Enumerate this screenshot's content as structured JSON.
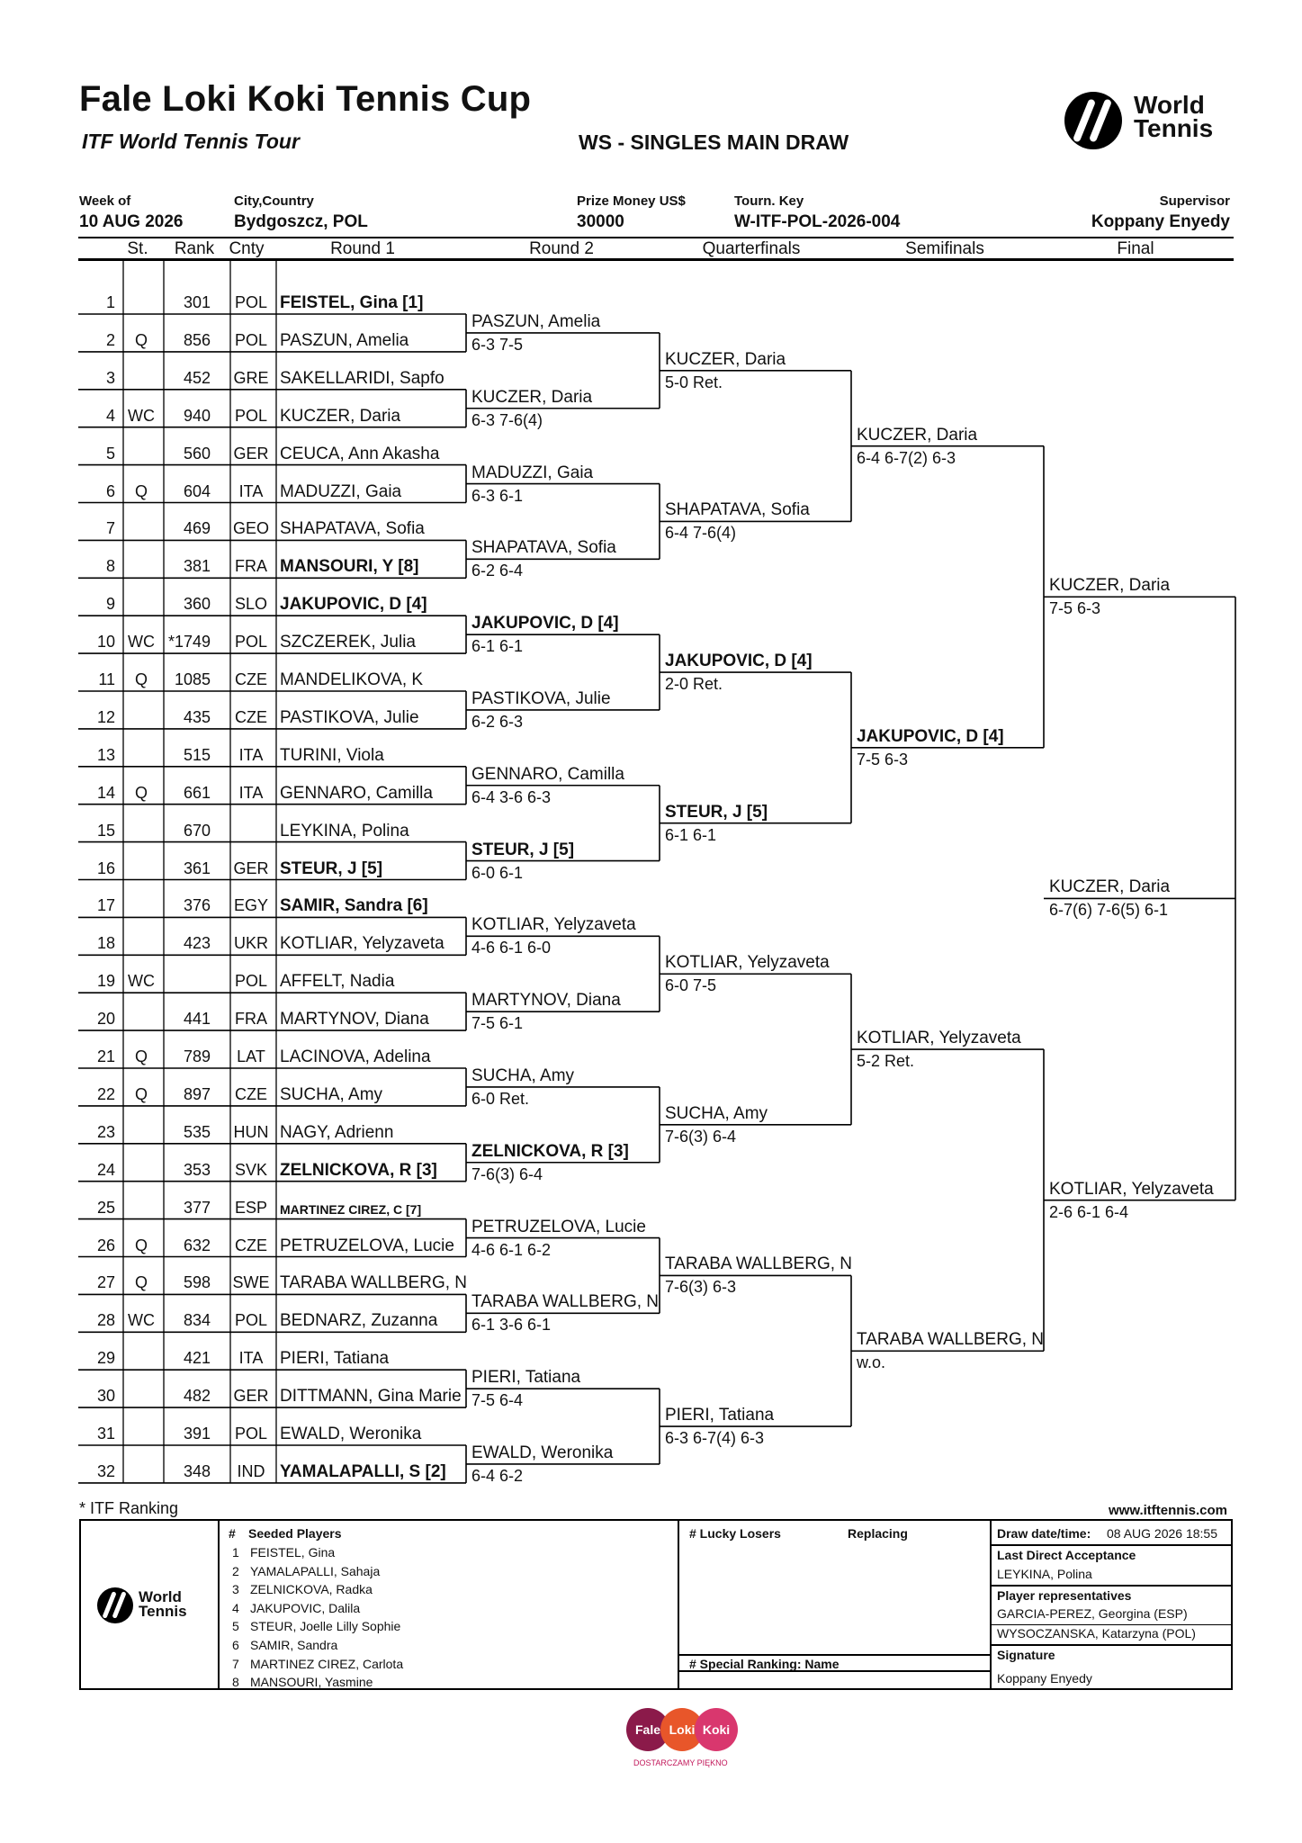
{
  "header": {
    "title": "Fale Loki Koki Tennis Cup",
    "tour": "ITF World Tennis Tour",
    "draw_title": "WS - SINGLES MAIN DRAW",
    "logo_text": "World Tennis"
  },
  "info": [
    {
      "label": "Week of",
      "value": "10 AUG 2026"
    },
    {
      "label": "City,Country",
      "value": "Bydgoszcz, POL"
    },
    {
      "label": "Prize Money US$",
      "value": "30000"
    },
    {
      "label": "Tourn. Key",
      "value": "W-ITF-POL-2026-004"
    },
    {
      "label": "Supervisor",
      "value": "Koppany Enyedy"
    }
  ],
  "columns": [
    "St.",
    "Rank",
    "Cnty",
    "Round 1",
    "Round 2",
    "Quarterfinals",
    "Semifinals",
    "Final"
  ],
  "round1": [
    {
      "num": "1",
      "st": "",
      "rank": "301",
      "cnty": "POL",
      "name": "FEISTEL, Gina [1]",
      "seed": true
    },
    {
      "num": "2",
      "st": "Q",
      "rank": "856",
      "cnty": "POL",
      "name": "PASZUN, Amelia",
      "seed": false
    },
    {
      "num": "3",
      "st": "",
      "rank": "452",
      "cnty": "GRE",
      "name": "SAKELLARIDI, Sapfo",
      "seed": false
    },
    {
      "num": "4",
      "st": "WC",
      "rank": "940",
      "cnty": "POL",
      "name": "KUCZER, Daria",
      "seed": false
    },
    {
      "num": "5",
      "st": "",
      "rank": "560",
      "cnty": "GER",
      "name": "CEUCA, Ann Akasha",
      "seed": false
    },
    {
      "num": "6",
      "st": "Q",
      "rank": "604",
      "cnty": "ITA",
      "name": "MADUZZI, Gaia",
      "seed": false
    },
    {
      "num": "7",
      "st": "",
      "rank": "469",
      "cnty": "GEO",
      "name": "SHAPATAVA, Sofia",
      "seed": false
    },
    {
      "num": "8",
      "st": "",
      "rank": "381",
      "cnty": "FRA",
      "name": "MANSOURI, Y [8]",
      "seed": true
    },
    {
      "num": "9",
      "st": "",
      "rank": "360",
      "cnty": "SLO",
      "name": "JAKUPOVIC, D [4]",
      "seed": true
    },
    {
      "num": "10",
      "st": "WC",
      "rank": "*1749",
      "cnty": "POL",
      "name": "SZCZEREK, Julia",
      "seed": false
    },
    {
      "num": "11",
      "st": "Q",
      "rank": "1085",
      "cnty": "CZE",
      "name": "MANDELIKOVA, K",
      "seed": false
    },
    {
      "num": "12",
      "st": "",
      "rank": "435",
      "cnty": "CZE",
      "name": "PASTIKOVA, Julie",
      "seed": false
    },
    {
      "num": "13",
      "st": "",
      "rank": "515",
      "cnty": "ITA",
      "name": "TURINI, Viola",
      "seed": false
    },
    {
      "num": "14",
      "st": "Q",
      "rank": "661",
      "cnty": "ITA",
      "name": "GENNARO, Camilla",
      "seed": false
    },
    {
      "num": "15",
      "st": "",
      "rank": "670",
      "cnty": "",
      "name": "LEYKINA, Polina",
      "seed": false
    },
    {
      "num": "16",
      "st": "",
      "rank": "361",
      "cnty": "GER",
      "name": "STEUR, J [5]",
      "seed": true
    },
    {
      "num": "17",
      "st": "",
      "rank": "376",
      "cnty": "EGY",
      "name": "SAMIR, Sandra [6]",
      "seed": true
    },
    {
      "num": "18",
      "st": "",
      "rank": "423",
      "cnty": "UKR",
      "name": "KOTLIAR, Yelyzaveta",
      "seed": false
    },
    {
      "num": "19",
      "st": "WC",
      "rank": "",
      "cnty": "POL",
      "name": "AFFELT, Nadia",
      "seed": false
    },
    {
      "num": "20",
      "st": "",
      "rank": "441",
      "cnty": "FRA",
      "name": "MARTYNOV, Diana",
      "seed": false
    },
    {
      "num": "21",
      "st": "Q",
      "rank": "789",
      "cnty": "LAT",
      "name": "LACINOVA, Adelina",
      "seed": false
    },
    {
      "num": "22",
      "st": "Q",
      "rank": "897",
      "cnty": "CZE",
      "name": "SUCHA, Amy",
      "seed": false
    },
    {
      "num": "23",
      "st": "",
      "rank": "535",
      "cnty": "HUN",
      "name": "NAGY, Adrienn",
      "seed": false
    },
    {
      "num": "24",
      "st": "",
      "rank": "353",
      "cnty": "SVK",
      "name": "ZELNICKOVA, R [3]",
      "seed": true
    },
    {
      "num": "25",
      "st": "",
      "rank": "377",
      "cnty": "ESP",
      "name": "MARTINEZ CIREZ, C [7]",
      "seed": true,
      "small": true
    },
    {
      "num": "26",
      "st": "Q",
      "rank": "632",
      "cnty": "CZE",
      "name": "PETRUZELOVA, Lucie",
      "seed": false
    },
    {
      "num": "27",
      "st": "Q",
      "rank": "598",
      "cnty": "SWE",
      "name": "TARABA WALLBERG, N",
      "seed": false
    },
    {
      "num": "28",
      "st": "WC",
      "rank": "834",
      "cnty": "POL",
      "name": "BEDNARZ, Zuzanna",
      "seed": false
    },
    {
      "num": "29",
      "st": "",
      "rank": "421",
      "cnty": "ITA",
      "name": "PIERI, Tatiana",
      "seed": false
    },
    {
      "num": "30",
      "st": "",
      "rank": "482",
      "cnty": "GER",
      "name": "DITTMANN, Gina Marie",
      "seed": false
    },
    {
      "num": "31",
      "st": "",
      "rank": "391",
      "cnty": "POL",
      "name": "EWALD, Weronika",
      "seed": false
    },
    {
      "num": "32",
      "st": "",
      "rank": "348",
      "cnty": "IND",
      "name": "YAMALAPALLI, S [2]",
      "seed": true
    }
  ],
  "round2": [
    {
      "name": "PASZUN, Amelia",
      "score": "6-3 7-5",
      "seed": false
    },
    {
      "name": "KUCZER, Daria",
      "score": "6-3 7-6(4)",
      "seed": false
    },
    {
      "name": "MADUZZI, Gaia",
      "score": "6-3 6-1",
      "seed": false
    },
    {
      "name": "SHAPATAVA, Sofia",
      "score": "6-2 6-4",
      "seed": false
    },
    {
      "name": "JAKUPOVIC, D [4]",
      "score": "6-1 6-1",
      "seed": true
    },
    {
      "name": "PASTIKOVA, Julie",
      "score": "6-2 6-3",
      "seed": false
    },
    {
      "name": "GENNARO, Camilla",
      "score": "6-4 3-6 6-3",
      "seed": false
    },
    {
      "name": "STEUR, J [5]",
      "score": "6-0 6-1",
      "seed": true
    },
    {
      "name": "KOTLIAR, Yelyzaveta",
      "score": "4-6 6-1 6-0",
      "seed": false
    },
    {
      "name": "MARTYNOV, Diana",
      "score": "7-5 6-1",
      "seed": false
    },
    {
      "name": "SUCHA, Amy",
      "score": "6-0 Ret.",
      "seed": false
    },
    {
      "name": "ZELNICKOVA, R [3]",
      "score": "7-6(3) 6-4",
      "seed": true
    },
    {
      "name": "PETRUZELOVA, Lucie",
      "score": "4-6 6-1 6-2",
      "seed": false
    },
    {
      "name": "TARABA WALLBERG, N",
      "score": "6-1 3-6 6-1",
      "seed": false
    },
    {
      "name": "PIERI, Tatiana",
      "score": "7-5 6-4",
      "seed": false
    },
    {
      "name": "EWALD, Weronika",
      "score": "6-4 6-2",
      "seed": false
    }
  ],
  "quarterfinals": [
    {
      "name": "KUCZER, Daria",
      "score": "5-0 Ret.",
      "seed": false
    },
    {
      "name": "SHAPATAVA, Sofia",
      "score": "6-4 7-6(4)",
      "seed": false
    },
    {
      "name": "JAKUPOVIC, D [4]",
      "score": "2-0 Ret.",
      "seed": true
    },
    {
      "name": "STEUR, J [5]",
      "score": "6-1 6-1",
      "seed": true
    },
    {
      "name": "KOTLIAR, Yelyzaveta",
      "score": "6-0 7-5",
      "seed": false
    },
    {
      "name": "SUCHA, Amy",
      "score": "7-6(3) 6-4",
      "seed": false
    },
    {
      "name": "TARABA WALLBERG, N",
      "score": "7-6(3) 6-3",
      "seed": false
    },
    {
      "name": "PIERI, Tatiana",
      "score": "6-3 6-7(4) 6-3",
      "seed": false
    }
  ],
  "semifinals": [
    {
      "name": "KUCZER, Daria",
      "score": "6-4 6-7(2) 6-3",
      "seed": false
    },
    {
      "name": "JAKUPOVIC, D [4]",
      "score": "7-5 6-3",
      "seed": true
    },
    {
      "name": "KOTLIAR, Yelyzaveta",
      "score": "5-2 Ret.",
      "seed": false
    },
    {
      "name": "TARABA WALLBERG, N",
      "score": "w.o.",
      "seed": false
    }
  ],
  "final": [
    {
      "name": "KUCZER, Daria",
      "score": "7-5 6-3",
      "seed": false
    },
    {
      "name": "KOTLIAR, Yelyzaveta",
      "score": "2-6 6-1 6-4",
      "seed": false
    }
  ],
  "champion": {
    "name": "KUCZER, Daria",
    "score": "6-7(6) 7-6(5) 6-1",
    "seed": false
  },
  "footer": {
    "ranking_note": "* ITF Ranking",
    "website": "www.itftennis.com",
    "seeded_header_num": "#",
    "seeded_header": "Seeded Players",
    "seeded": [
      {
        "n": "1",
        "name": "FEISTEL, Gina"
      },
      {
        "n": "2",
        "name": "YAMALAPALLI, Sahaja"
      },
      {
        "n": "3",
        "name": "ZELNICKOVA, Radka"
      },
      {
        "n": "4",
        "name": "JAKUPOVIC, Dalila"
      },
      {
        "n": "5",
        "name": "STEUR, Joelle Lilly Sophie"
      },
      {
        "n": "6",
        "name": "SAMIR, Sandra"
      },
      {
        "n": "7",
        "name": "MARTINEZ CIREZ, Carlota"
      },
      {
        "n": "8",
        "name": "MANSOURI, Yasmine"
      }
    ],
    "lucky_losers": "# Lucky Losers",
    "replacing": "Replacing",
    "special_ranking": "# Special Ranking: Name",
    "draw_datetime_label": "Draw date/time:",
    "draw_datetime": "08 AUG 2026 18:55",
    "last_direct_label": "Last Direct Acceptance",
    "last_direct": "LEYKINA, Polina",
    "reps_label": "Player representatives",
    "reps": [
      "GARCIA-PEREZ, Georgina (ESP)",
      "WYSOCZANSKA, Katarzyna (POL)"
    ],
    "signature_label": "Signature",
    "signature": "Koppany Enyedy"
  },
  "sponsor": {
    "circles": [
      "Fale",
      "Loki",
      "Koki"
    ],
    "tagline": "DOSTARCZAMY PIĘKNO",
    "colors": [
      "#8b1a4a",
      "#e8562a",
      "#d9376e"
    ]
  }
}
